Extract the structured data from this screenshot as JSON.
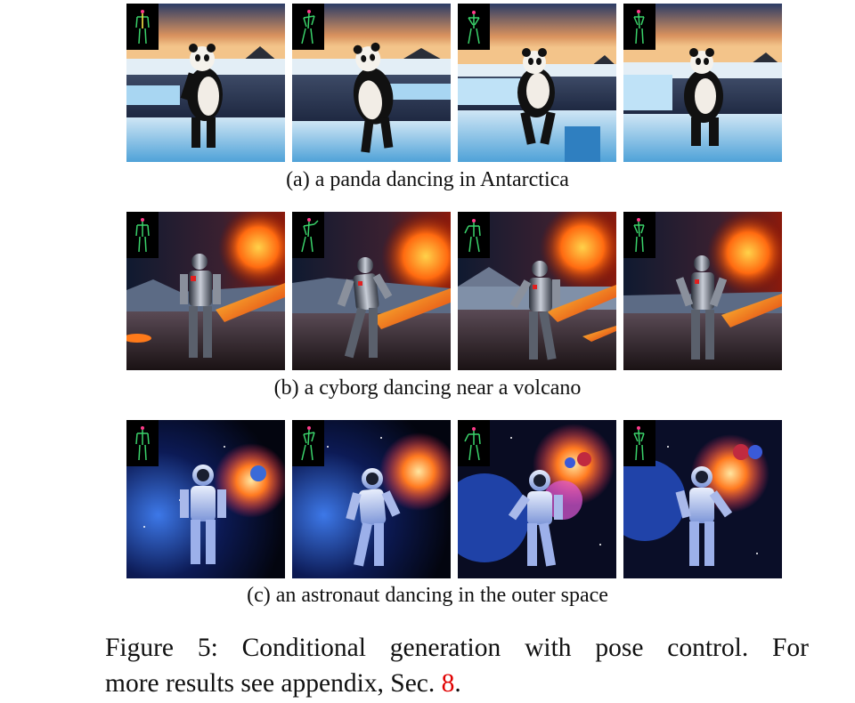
{
  "panels": [
    {
      "id": "a",
      "caption": "(a) a panda dancing in Antarctica",
      "subject": "panda",
      "scene": "antarctica",
      "frames": 4
    },
    {
      "id": "b",
      "caption": "(b) a cyborg dancing near a volcano",
      "subject": "cyborg",
      "scene": "volcano",
      "frames": 4
    },
    {
      "id": "c",
      "caption": "(c) an astronaut dancing in the outer space",
      "subject": "astronaut",
      "scene": "outer-space",
      "frames": 4
    }
  ],
  "figure_caption": {
    "line1": "Figure 5: Conditional generation with pose control.  For",
    "line2_prefix": "more results see appendix, Sec. ",
    "line2_ref": "8",
    "line2_suffix": "."
  },
  "colors": {
    "reference_link": "#e00000",
    "pose_background": "#000000"
  }
}
